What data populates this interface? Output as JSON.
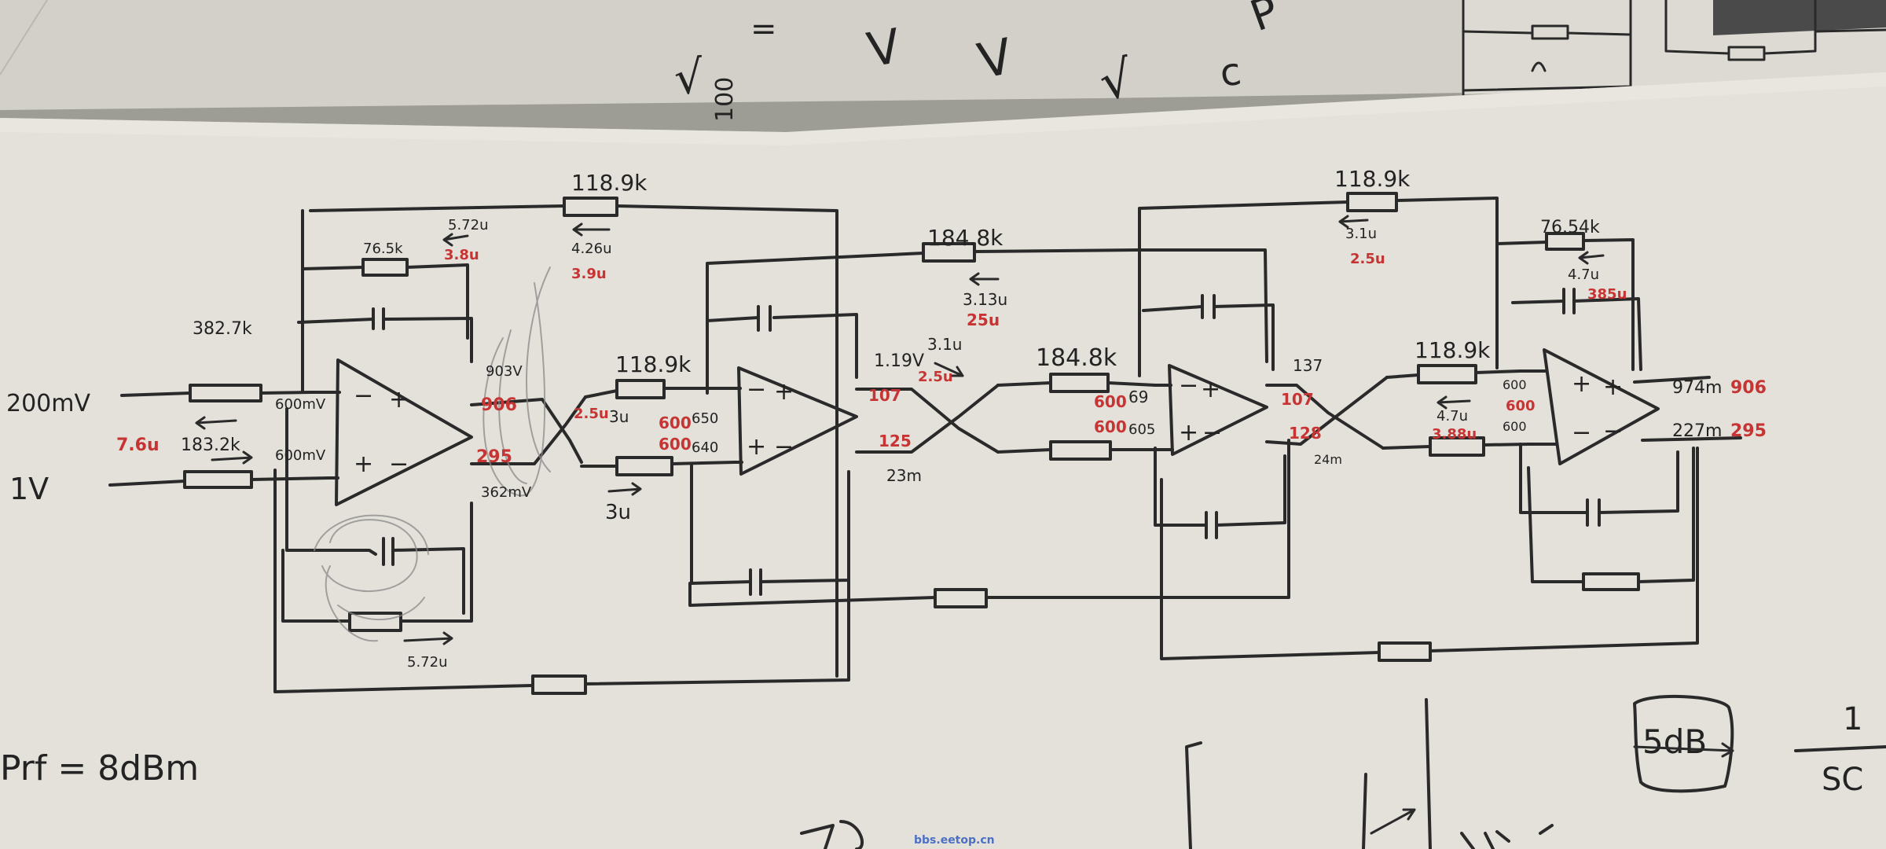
{
  "colors": {
    "background": "#9d9c95",
    "paper_back": "#d2d0c9",
    "paper_front": "#e3e1da",
    "ink": "#2a2a2a",
    "red_ink": "#c73434",
    "watermark": "#4b70c4"
  },
  "watermark": "bbs.eetop.cn",
  "back_sheet": {
    "marks": [
      "√",
      "100",
      "=",
      "V",
      "V",
      "√",
      "c",
      "P"
    ]
  },
  "front_sheet": {
    "left_labels": [
      "200mV",
      "7.6u",
      "1V",
      "Prf = 8dBm"
    ],
    "stage1": {
      "feedback_top": "118.9k",
      "feedback_top_current_black": "4.26u",
      "feedback_top_current_red": "3.9u",
      "feedback_inner": "76.5k",
      "feedback_inner_current_black": "5.72u",
      "feedback_inner_current_red": "3.8u",
      "input_top": "382.7k",
      "input_bottom": "183.2k",
      "in_plus": "600mV",
      "in_minus": "600mV",
      "out_top": "903V",
      "out_top_red": "906",
      "out_bottom_red": "295",
      "out_bottom": "362mV",
      "bottom_current": "5.72u"
    },
    "stage2": {
      "input_res": "118.9k",
      "feedback_top": "184.8k",
      "feedback_current_black": "3.13u",
      "feedback_current_red": "25u",
      "in_current_black": "3u",
      "in_current_red": "2.5u",
      "below_current": "3u",
      "in_top_red": "600",
      "in_bottom_red": "600",
      "in_top": "650",
      "in_bottom": "640",
      "out_top": "1.19V",
      "out_top_red": "107",
      "out_bottom_red": "125",
      "out_current_black": "3.1u",
      "out_current_red": "2.5u",
      "out_bottom": "23m"
    },
    "stage3": {
      "input_res": "184.8k",
      "feedback_top": "118.9k",
      "feedback_current_black": "3.1u",
      "feedback_current_red": "2.5u",
      "in_top": "69",
      "in_bottom": "605",
      "in_top_red": "600",
      "in_bottom_red": "600",
      "out_top": "137",
      "out_top_red": "107",
      "out_bottom_red": "128",
      "out_bottom": "24m"
    },
    "stage4": {
      "input_res": "118.9k",
      "feedback_top": "76.54k",
      "feedback_current_black": "4.7u",
      "feedback_current_red": "385u",
      "in_current_black": "4.7u",
      "in_current_red": "3.88u",
      "in_top": "600",
      "in_mid_red": "600",
      "in_bottom": "600",
      "out_top": "974m",
      "out_top_red": "906",
      "out_bottom": "227m",
      "out_bottom_red": "295"
    },
    "right_labels": [
      "5dB",
      "1",
      "SC"
    ]
  }
}
